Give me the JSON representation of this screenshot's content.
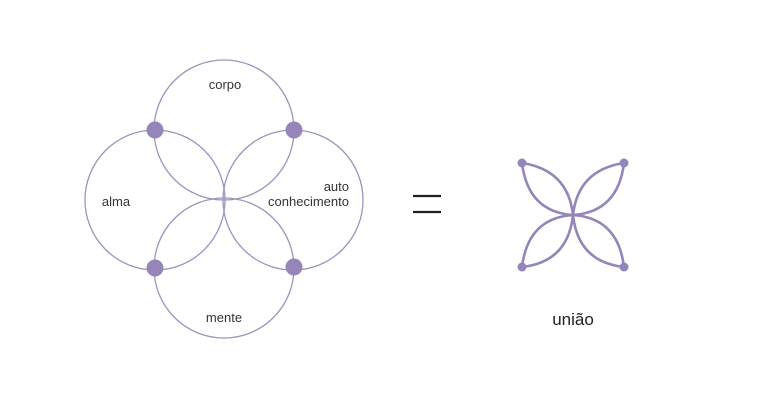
{
  "colors": {
    "stroke": "#9d94bd",
    "accent": "#9585b8",
    "text": "#333333",
    "equals": "#222222"
  },
  "diagram": {
    "circles": {
      "top": "corpo",
      "left": "alma",
      "right_line1": "auto",
      "right_line2": "conhecimento",
      "bottom": "mente"
    },
    "equals": "=",
    "result_icon": "union-flower-icon",
    "result_label": "união"
  }
}
